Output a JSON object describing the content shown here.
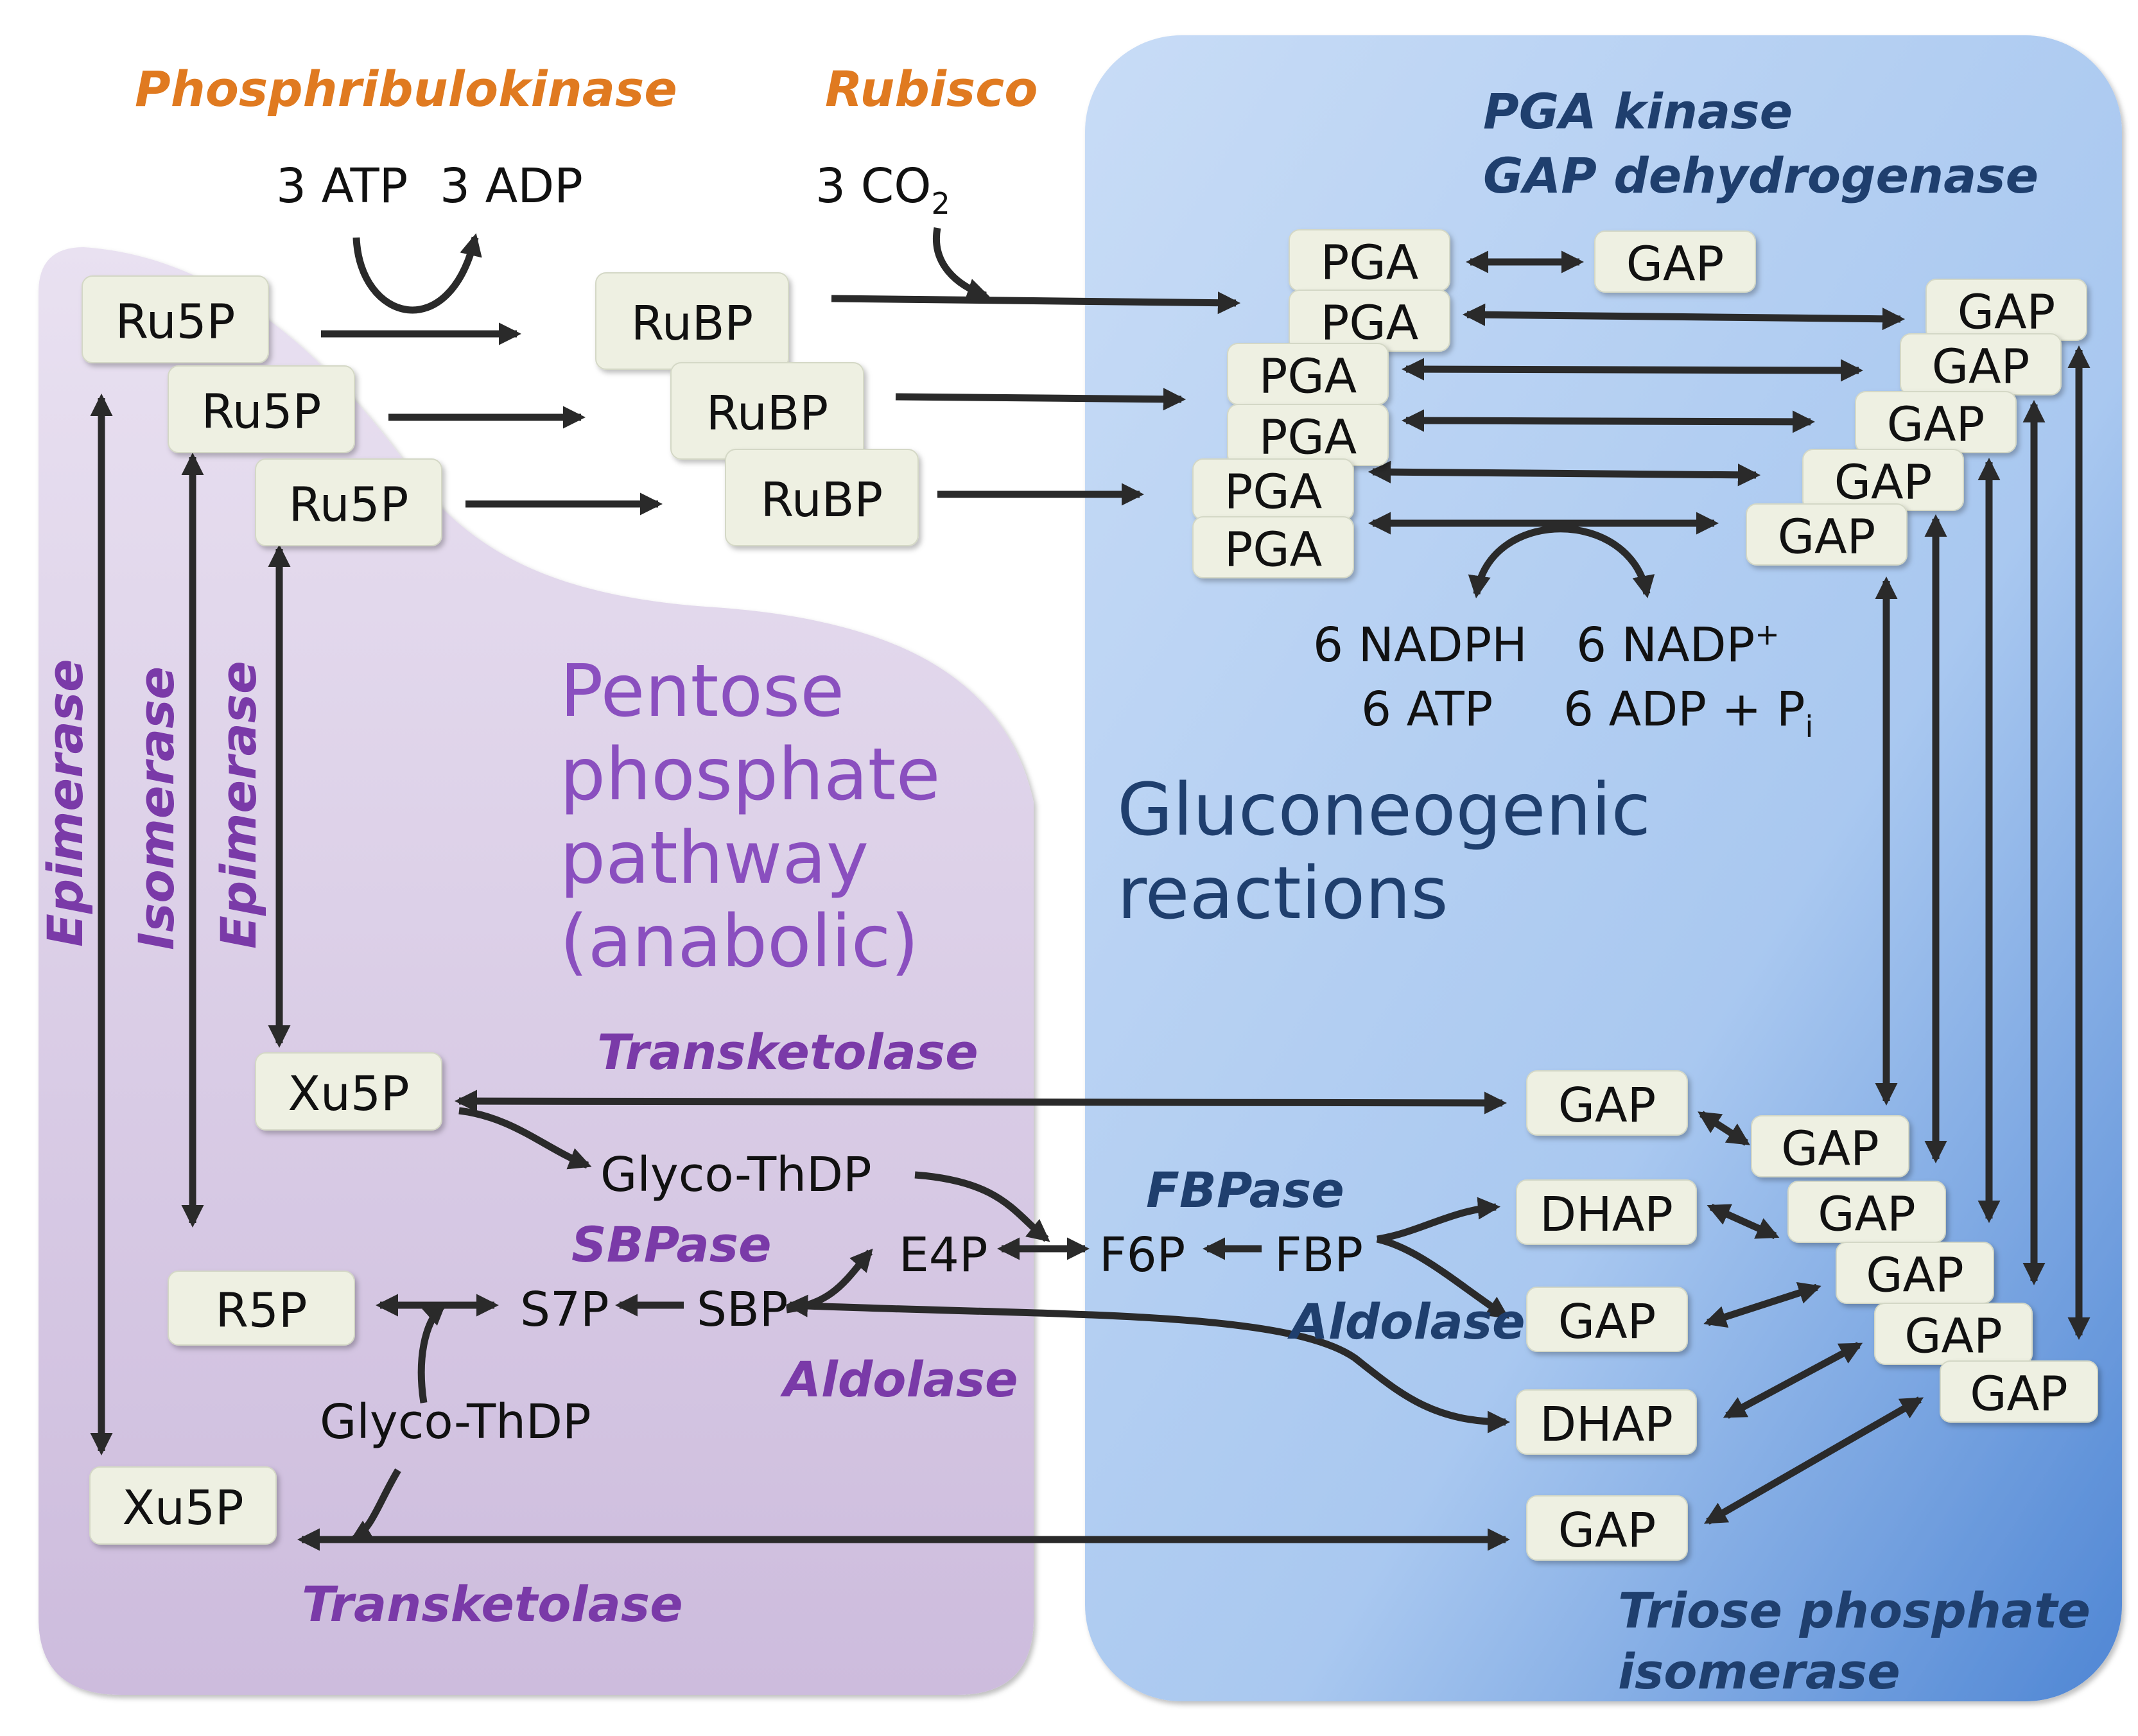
{
  "enzymes": {
    "phosphoribulokinase": "Phosphribulokinase",
    "rubisco": "Rubisco",
    "pga_kinase": "PGA kinase",
    "gap_dehydrogenase": "GAP dehydrogenase",
    "epimerase_outer": "Epimerase",
    "isomerase": "Isomerase",
    "epimerase_inner": "Epimerase",
    "transketolase_top": "Transketolase",
    "transketolase_bottom": "Transketolase",
    "fbpase": "FBPase",
    "sbpase": "SBPase",
    "aldolase_left": "Aldolase",
    "aldolase_right": "Aldolase",
    "tpi_line1": "Triose phosphate",
    "tpi_line2": "isomerase"
  },
  "regions": {
    "ppp_line1": "Pentose",
    "ppp_line2": "phosphate",
    "ppp_line3": "pathway",
    "ppp_line4": "(anabolic)",
    "gluco_line1": "Gluconeogenic",
    "gluco_line2": "reactions"
  },
  "cofactors": {
    "atp": "3 ATP",
    "adp": "3 ADP",
    "co2_main": "3 CO",
    "co2_sub": "2",
    "nadph": "6 NADPH",
    "nadp_main": "6 NADP",
    "nadp_sup": "+",
    "atp6": "6 ATP",
    "adp6_main": "6 ADP + P",
    "adp6_sub": "i"
  },
  "metabolites": {
    "ru5p": "Ru5P",
    "rubp": "RuBP",
    "pga": "PGA",
    "gap": "GAP",
    "dhap": "DHAP",
    "xu5p": "Xu5P",
    "r5p": "R5P",
    "glyco_thdp": "Glyco-ThDP",
    "e4p": "E4P",
    "f6p": "F6P",
    "fbp": "FBP",
    "s7p": "S7P",
    "sbp": "SBP"
  },
  "colors": {
    "enzyme_orange": "#e07a20",
    "enzyme_navy": "#1f3f6e",
    "enzyme_purple": "#7a3aa8",
    "ppp_region": "#d9cde6",
    "gluco_region": "#9cc0ee",
    "node_fill": "#eef0e2",
    "arrow": "#2a2a2a"
  }
}
